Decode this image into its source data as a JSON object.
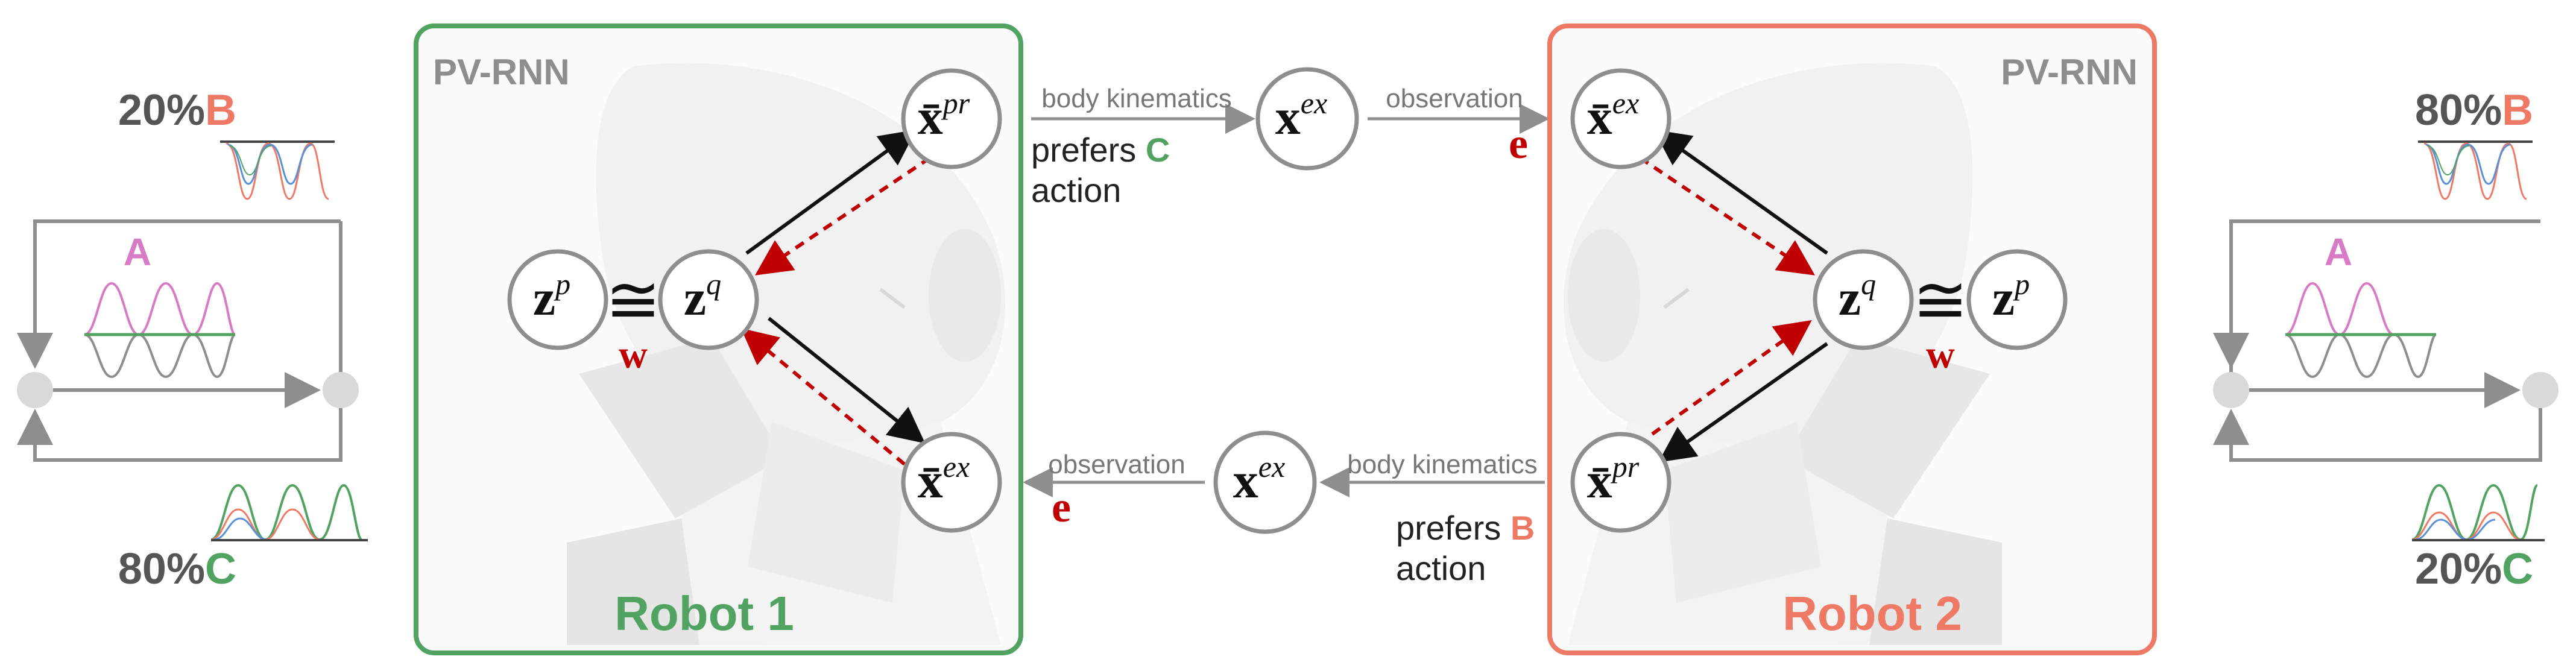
{
  "colors": {
    "green": "#52a361",
    "salmon": "#ee7a66",
    "pink": "#d77cc4",
    "red": "#c00000",
    "gray": "#8e8e8e",
    "dark_gray": "#555555",
    "text": "#222222"
  },
  "robot1": {
    "title": "Robot 1",
    "model": "PV-RNN",
    "nodes": {
      "zp": "z",
      "zp_sup": "p",
      "zq": "z",
      "zq_sup": "q",
      "xpr": "x̄",
      "xpr_sup": "pr",
      "xex": "x̄",
      "xex_sup": "ex"
    },
    "w": "w",
    "approx": "≅"
  },
  "robot2": {
    "title": "Robot 2",
    "model": "PV-RNN",
    "nodes": {
      "zp": "z",
      "zp_sup": "p",
      "zq": "z",
      "zq_sup": "q",
      "xpr": "x̄",
      "xpr_sup": "pr",
      "xex": "x̄",
      "xex_sup": "ex"
    },
    "w": "w",
    "approx": "≅"
  },
  "middle": {
    "top": {
      "left_label": "body kinematics",
      "right_label": "observation",
      "node": "x",
      "node_sup": "ex",
      "prefers": "prefers",
      "prefers_letter": "C",
      "action": "action",
      "error": "e"
    },
    "bottom": {
      "left_label": "observation",
      "right_label": "body kinematics",
      "node": "x",
      "node_sup": "ex",
      "prefers": "prefers",
      "prefers_letter": "B",
      "action": "action",
      "error": "e"
    }
  },
  "left_panel": {
    "top_pct": "20%",
    "top_letter": "B",
    "middle_letter": "A",
    "bottom_pct": "80%",
    "bottom_letter": "C"
  },
  "right_panel": {
    "top_pct": "80%",
    "top_letter": "B",
    "middle_letter": "A",
    "bottom_pct": "20%",
    "bottom_letter": "C"
  }
}
